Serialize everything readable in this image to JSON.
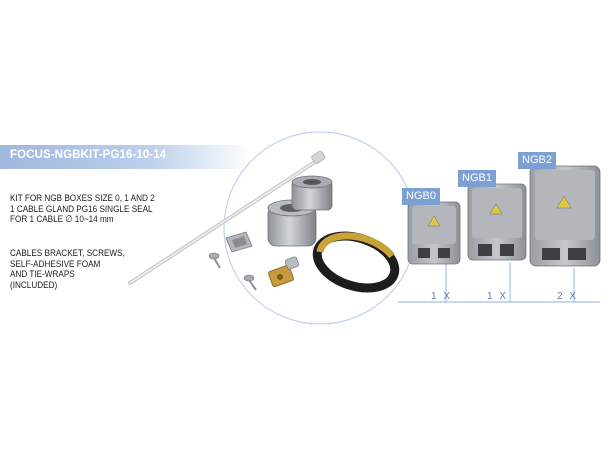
{
  "kit": {
    "code": "FOCUS-NGBKIT-PG16-10-14",
    "description_lines": [
      "KIT FOR NGB BOXES SIZE 0, 1 AND 2",
      "1 CABLE GLAND PG16 SINGLE SEAL",
      "FOR 1 CABLE ∅ 10~14 mm"
    ],
    "includes_lines": [
      "CABLES BRACKET, SCREWS,",
      "SELF-ADHESIVE FOAM",
      "AND TIE-WRAPS",
      "(INCLUDED)"
    ]
  },
  "boxes": [
    {
      "label": "NGB0",
      "quantity": "1 X"
    },
    {
      "label": "NGB1",
      "quantity": "1 X"
    },
    {
      "label": "NGB2",
      "quantity": "2 X"
    }
  ],
  "colors": {
    "accent": "#7c9fd4",
    "banner": "#9fb8de",
    "quantity_text": "#5f7fb4",
    "connector_line": "#a9bfe2"
  },
  "icons": [
    "cable-tie-icon",
    "cable-gland-icon",
    "cable-bracket-icon",
    "screw-icon",
    "clamp-icon",
    "adhesive-foam-ring-icon",
    "enclosure-box-icon"
  ]
}
